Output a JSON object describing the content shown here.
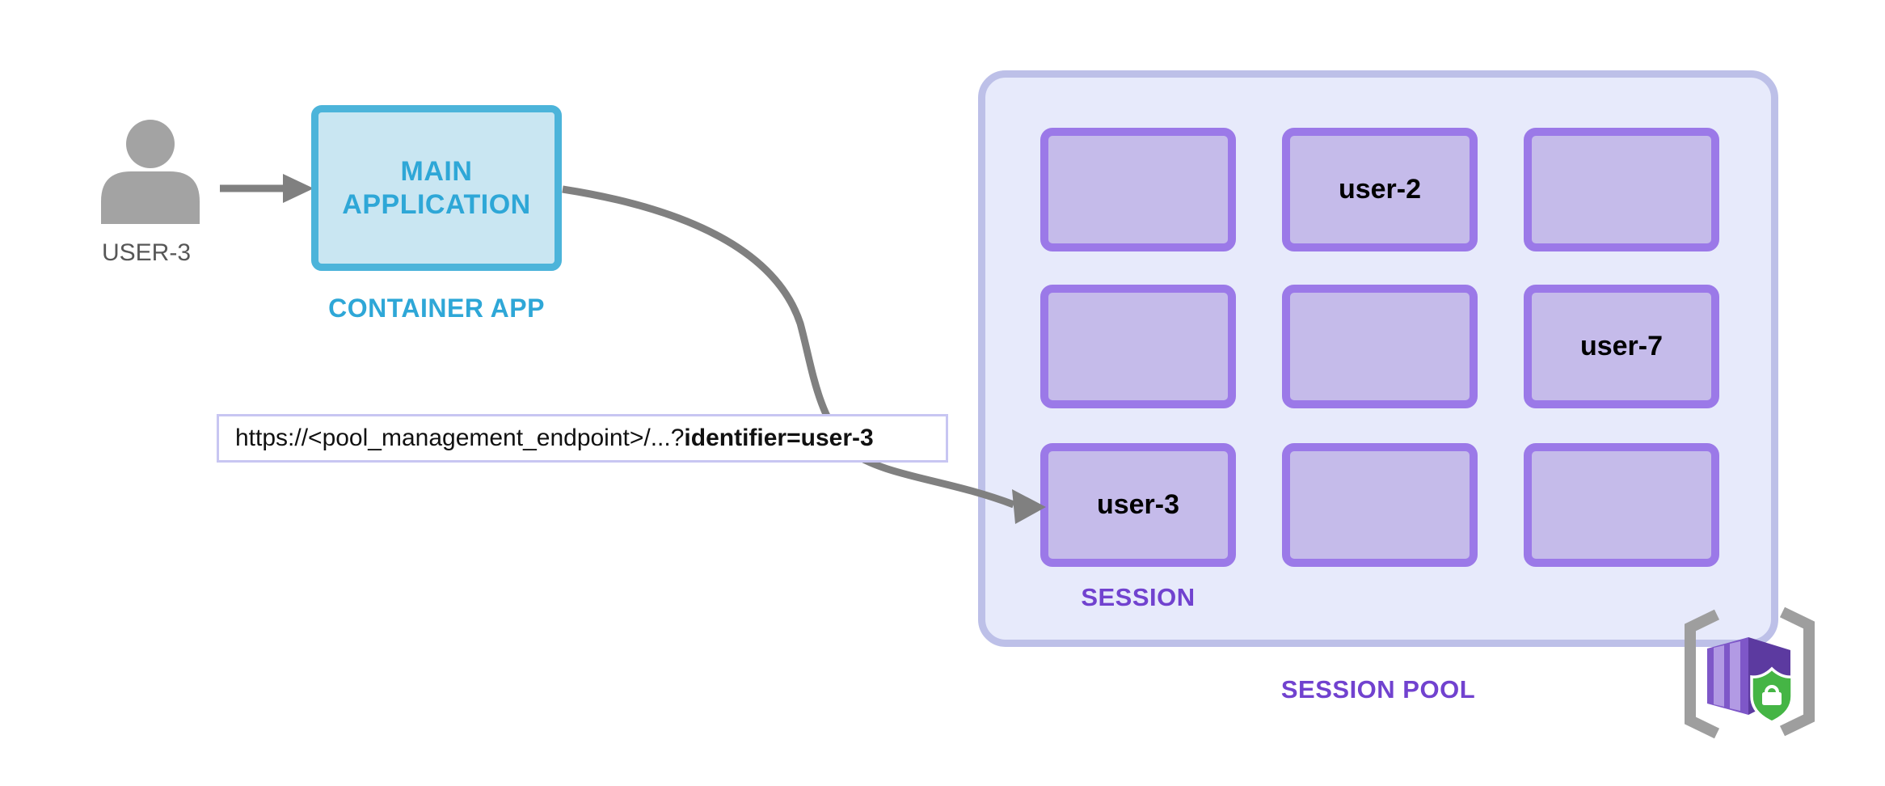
{
  "user": {
    "label": "USER-3"
  },
  "container_app": {
    "box_label": "MAIN APPLICATION",
    "caption": "CONTAINER APP"
  },
  "request_url": {
    "prefix": "https://<pool_management_endpoint>/...?",
    "emphasis": "identifier=user-3"
  },
  "session_pool": {
    "caption": "SESSION POOL",
    "session_caption": "SESSION",
    "cells": [
      {
        "label": ""
      },
      {
        "label": "user-2"
      },
      {
        "label": ""
      },
      {
        "label": ""
      },
      {
        "label": ""
      },
      {
        "label": "user-7"
      },
      {
        "label": "user-3"
      },
      {
        "label": ""
      },
      {
        "label": ""
      }
    ]
  },
  "icons": {
    "user": "person-icon",
    "badge": "dynamic-sessions-icon"
  },
  "colors": {
    "container_accent": "#2ea7d7",
    "container_border": "#4cb4da",
    "container_fill": "#c9e6f2",
    "pool_fill": "#e7eafb",
    "pool_border": "#bdc0e8",
    "session_fill": "#c5bbea",
    "session_border": "#9b79e8",
    "purple_label": "#7142cf",
    "arrow_gray": "#808080",
    "person_gray": "#a3a3a3",
    "user_label_gray": "#575757",
    "url_box_border": "#c8c6f2",
    "shield_green": "#45b545",
    "cube_purple": "#7e57c8"
  }
}
